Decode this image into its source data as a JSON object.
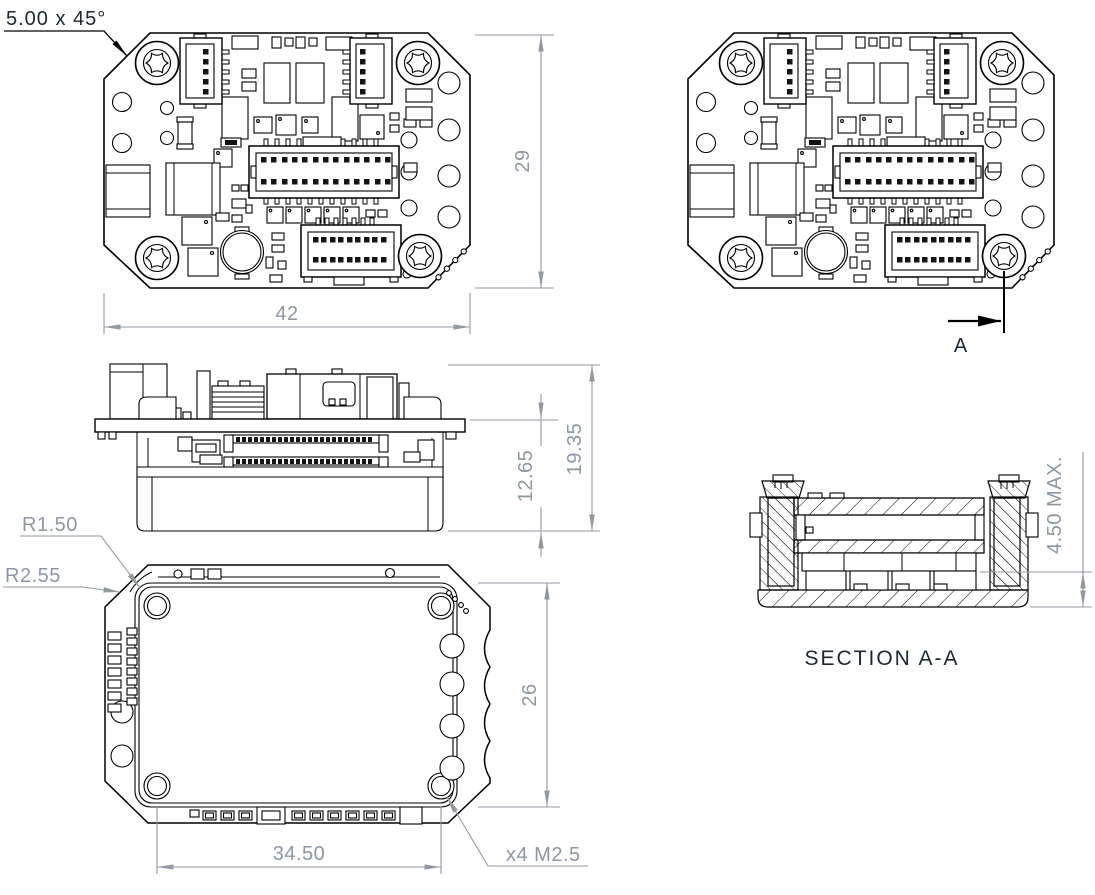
{
  "views": {
    "top": {
      "chamfer": "5.00 x 45°",
      "width": "42",
      "height": "29"
    },
    "top_section_cut": {
      "label": "A"
    },
    "side": {
      "pcb_to_base": "12.65",
      "overall": "19.35"
    },
    "bottom": {
      "inner_radius": "R1.50",
      "outer_radius": "R2.55",
      "hole_width": "34.50",
      "hole_height": "26",
      "holes": "x4 M2.5"
    },
    "section": {
      "title": "SECTION A-A",
      "max_height": "4.50 MAX."
    }
  },
  "colors": {
    "background": "#ffffff",
    "drawing_line": "#000000",
    "dimension_line": "#9298a2",
    "dimension_text": "#8d96a7",
    "callout_text": "#1c2734"
  }
}
